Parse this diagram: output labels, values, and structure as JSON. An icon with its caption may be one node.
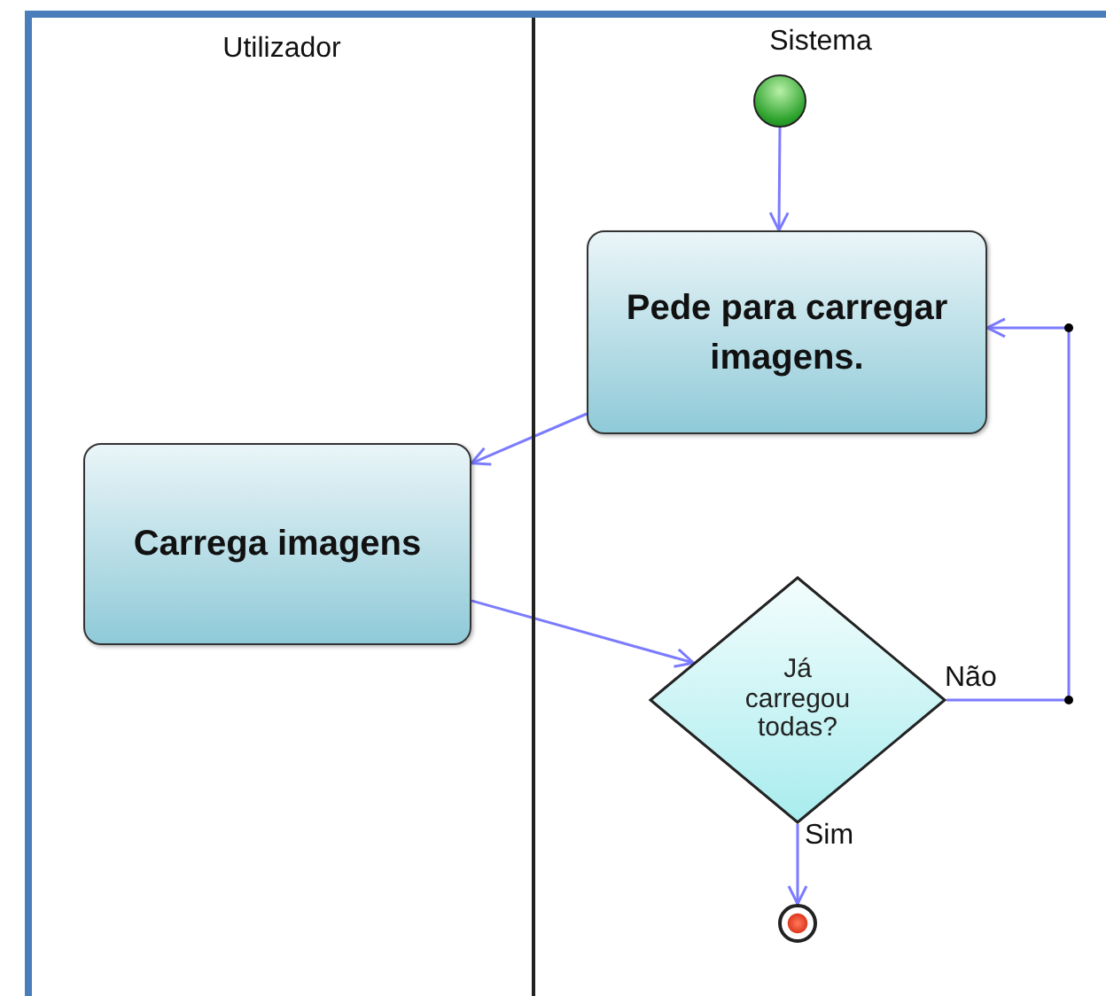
{
  "diagram": {
    "nodes": [
      {
        "text": [
          "Utilizador"
        ]
      },
      {
        "text": [
          "Sistema"
        ]
      },
      {
        "text": [],
        "shape": "circle",
        "in": 1
      },
      {
        "text": [
          "Pede para carregar imagens."
        ],
        "in": 1
      },
      {
        "text": [
          "Carrega imagens"
        ],
        "in": 0
      },
      {
        "text": [
          "Já carregou todas?"
        ],
        "in": 1
      },
      {
        "text": [],
        "shape": "circle",
        "in": 1
      }
    ],
    "edges": [
      {
        "from": 2,
        "to": 3,
        "arrow": "to"
      },
      {
        "from": 3,
        "to": 4,
        "arrow": "to"
      },
      {
        "from": 4,
        "to": 5,
        "arrow": "to"
      },
      {
        "from": 5,
        "to": 3,
        "arrow": "to",
        "label": "Não"
      },
      {
        "from": 5,
        "to": 6,
        "arrow": "to",
        "label": "Sim"
      }
    ]
  }
}
